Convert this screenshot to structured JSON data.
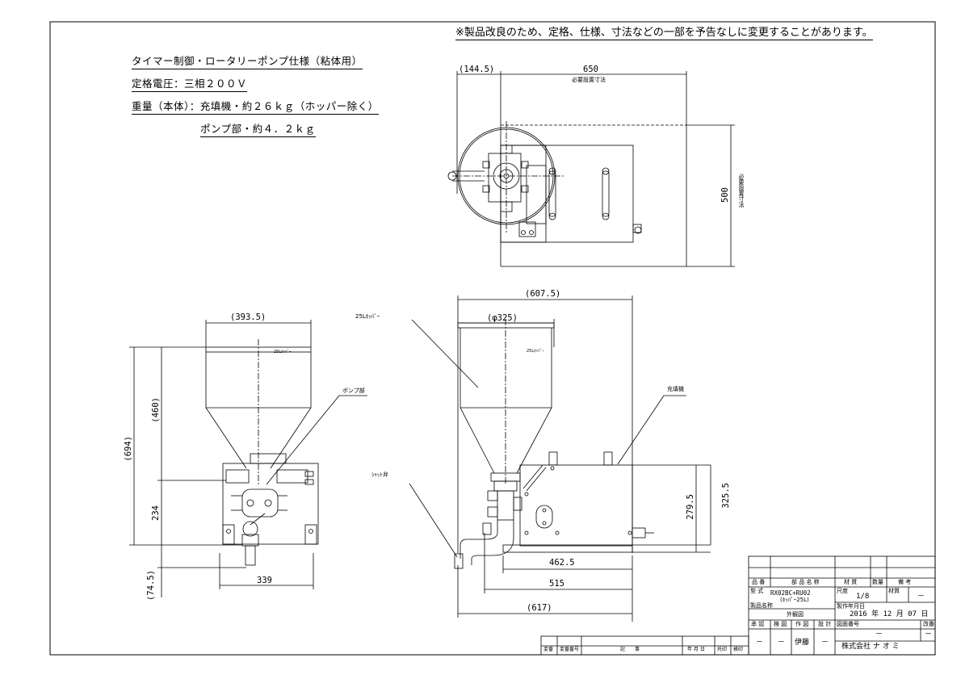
{
  "notice": "※製品改良のため、定格、仕様、寸法などの一部を予告なしに変更することがあります。",
  "specs": {
    "title": "タイマー制御・ロータリーポンプ仕様（粘体用）",
    "voltage": "定格電圧：三相２００Ｖ",
    "weight": "重量（本体）：充填機・約２６ｋｇ（ホッパー除く）",
    "pump_weight": "ポンプ部・約４．２ｋｇ"
  },
  "top_view": {
    "dim_offset": "(144.5)",
    "dim_width": "650",
    "width_label": "必要設置寸法",
    "dim_depth": "500",
    "depth_label": "必要設置寸法"
  },
  "front_view": {
    "dim_hopper_width": "(393.5)",
    "dim_total_height": "(694)",
    "dim_hopper_height": "(460)",
    "dim_body_height": "234",
    "dim_nozzle": "(74.5)",
    "dim_base_width": "339",
    "hopper_tag": "25Lﾎｯﾊﾟｰ",
    "pump_label": "ポンプ部"
  },
  "side_view": {
    "dim_overall": "(607.5)",
    "dim_hopper_dia": "(φ325)",
    "hopper_label": "25Lﾎｯﾊﾟｰ",
    "hopper_tag": "25Lﾎｯﾊﾟｰ",
    "filler_label": "充填機",
    "valve_label": "ｼｬｯﾄ弁",
    "dim_height_1": "279.5",
    "dim_height_2": "325.5",
    "dim_base": "462.5",
    "dim_515": "515",
    "dim_617": "(617)"
  },
  "title_block": {
    "h_part_no": "品 番",
    "h_part_name": "部 品 名 称",
    "h_material": "材 質",
    "h_qty": "数量",
    "h_remarks": "備 考",
    "model_label": "型 式",
    "model_value": "RX02BC+RU02",
    "model_sub": "(ﾎｯﾊﾟｰ25L)",
    "scale_label": "尺度",
    "scale_value": "1/8",
    "material_label": "材質",
    "material_value": "－",
    "product_name_label": "製品名称",
    "product_name_value": "外観図",
    "date_label": "製作年月日",
    "date_value": "2016 年 12 月 07 日",
    "approve_label": "承 認",
    "check_label": "検 図",
    "draw_label": "作 図",
    "design_label": "設 計",
    "drawing_no_label": "図面番号",
    "drawing_no_value": "－",
    "rev_label": "改番",
    "rev_value": "－",
    "approve_value": "－",
    "check_value": "－",
    "draw_value": "伊藤",
    "design_value": "－",
    "company": "株式会社 ナ オ ミ"
  },
  "revision_block": {
    "change": "変番",
    "change_no": "変番番号",
    "description": "記　　事",
    "date": "年 月 日",
    "drafter": "托印",
    "checker": "検印"
  }
}
